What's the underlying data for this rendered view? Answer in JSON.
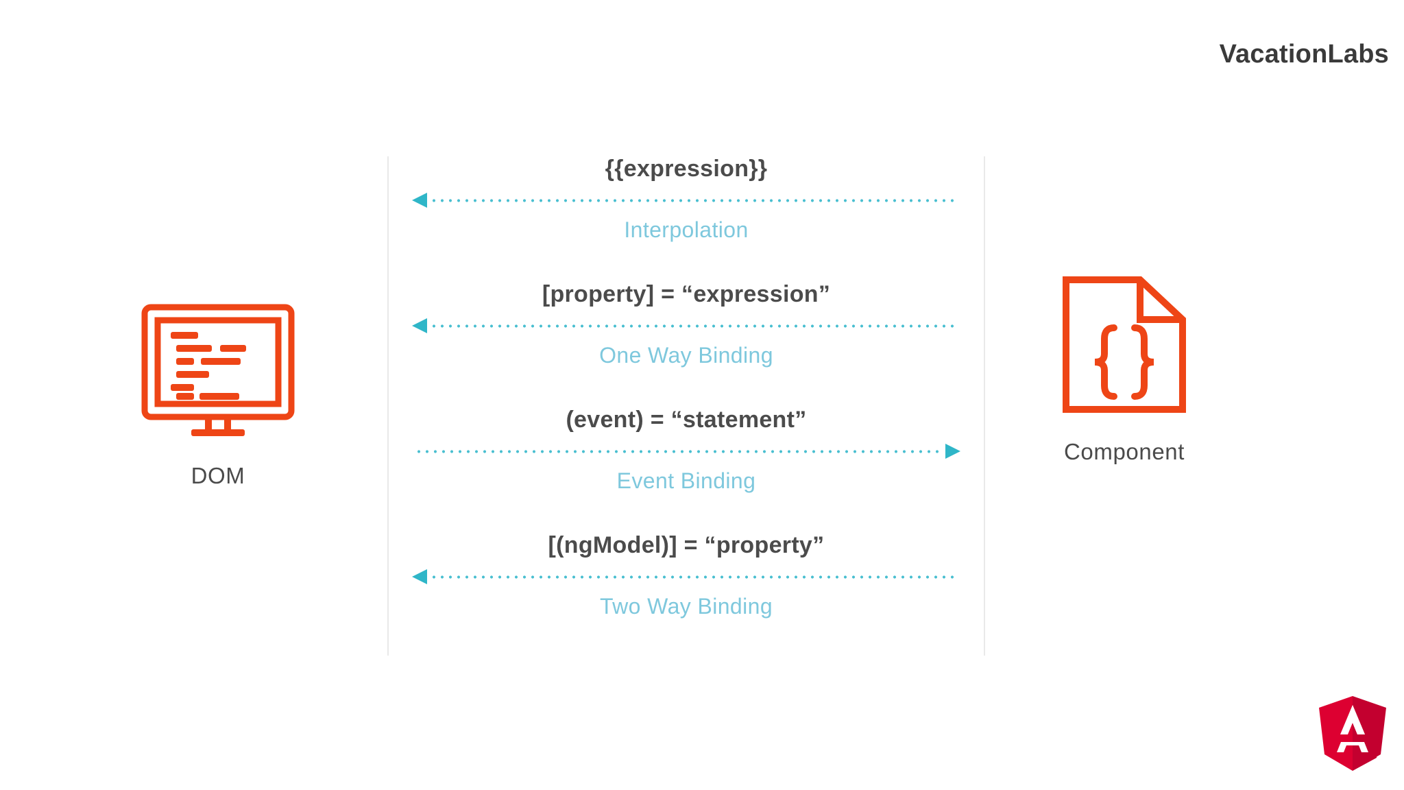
{
  "brand": {
    "name": "VacationLabs"
  },
  "nodes": {
    "left": {
      "label": "DOM",
      "icon": "monitor-code-icon"
    },
    "right": {
      "label": "Component",
      "icon": "document-braces-icon"
    }
  },
  "bindings": [
    {
      "syntax": "{{expression}}",
      "name": "Interpolation",
      "direction": "to-left",
      "icon": "dotted-arrow-left-icon"
    },
    {
      "syntax": "[property] = “expression”",
      "name": "One Way Binding",
      "direction": "to-left",
      "icon": "dotted-arrow-left-icon"
    },
    {
      "syntax": "(event) = “statement”",
      "name": "Event Binding",
      "direction": "to-right",
      "icon": "dotted-arrow-right-icon"
    },
    {
      "syntax": "[(ngModel)] = “property”",
      "name": "Two Way Binding",
      "direction": "to-left",
      "icon": "dotted-arrow-left-icon"
    }
  ],
  "watermark": {
    "icon": "angular-shield-logo"
  },
  "colors": {
    "icon_orange": "#EE4516",
    "binding_label_blue": "#7EC8DD",
    "arrow_teal": "#2FB6C8",
    "syntax_gray": "#4B4B4B",
    "divider_gray": "#E9E9E9",
    "angular_red": "#DD0031",
    "angular_red_dark": "#C3002F",
    "background": "#FFFFFF"
  }
}
